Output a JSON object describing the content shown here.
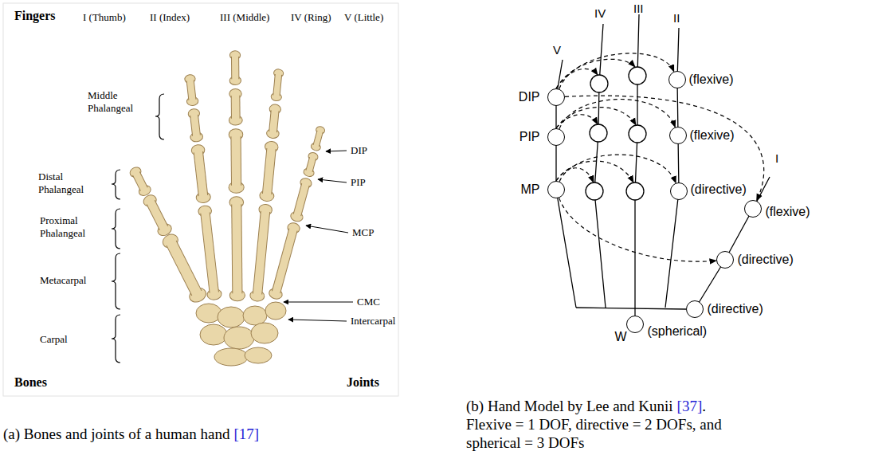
{
  "diagram": {
    "nodes": [
      {
        "text": [
          "DIP"
        ]
      },
      {
        "text": [
          "(flexive)"
        ]
      },
      {
        "text": [
          "PIP"
        ]
      },
      {
        "text": [
          "(flexive)"
        ]
      },
      {
        "text": [
          "MP"
        ]
      },
      {
        "text": [
          "(directive)"
        ]
      },
      {
        "text": [
          "(flexive)"
        ]
      },
      {
        "text": [
          "(directive)"
        ]
      },
      {
        "text": [
          "(directive)"
        ]
      },
      {
        "text": [
          "W",
          "(spherical)"
        ]
      }
    ],
    "edges": [
      {
        "from": 0,
        "to": 1,
        "arrow": "to"
      },
      {
        "from": 0,
        "to": 6,
        "arrow": "to"
      },
      {
        "from": 2,
        "to": 3,
        "arrow": "to"
      },
      {
        "from": 4,
        "to": 5,
        "arrow": "to"
      },
      {
        "from": 4,
        "to": 7,
        "arrow": "to"
      }
    ],
    "labels": [
      "Fingers",
      "I (Thumb)",
      "II (Index)",
      "III (Middle)",
      "IV (Ring)",
      "V (Little)",
      "Middle Phalangeal",
      "Distal Phalangeal",
      "Proximal Phalangeal",
      "Metacarpal",
      "Carpal",
      "Bones",
      "DIP",
      "PIP",
      "MCP",
      "CMC",
      "Intercarpal",
      "Joints",
      "(a) Bones and joints of a human hand",
      "[17]",
      "V",
      "IV",
      "III",
      "II",
      "I",
      "(b) Hand Model by Lee and Kunii",
      "[37]",
      ".",
      "Flexive = 1 DOF, directive = 2 DOFs, and spherical = 3 DOFs"
    ]
  }
}
